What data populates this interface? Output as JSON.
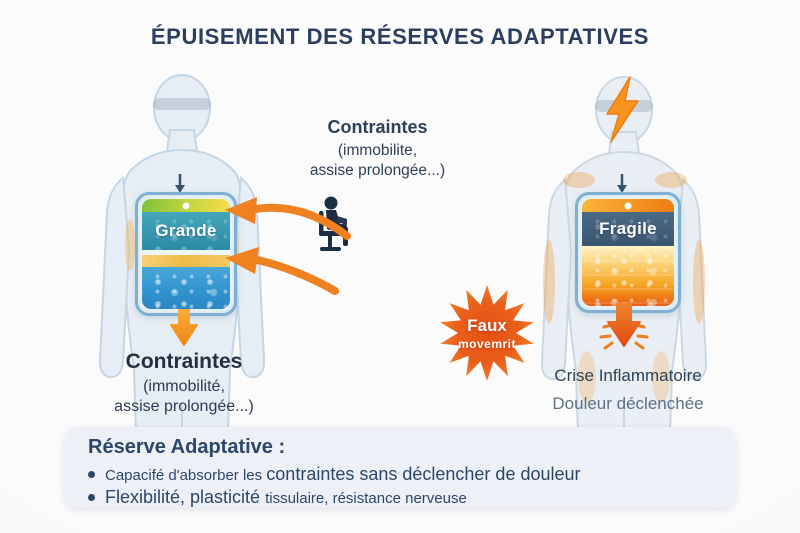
{
  "title": "ÉPUISEMENT DES RÉSERVES ADAPTATIVES",
  "center": {
    "caption_title": "Contraintes",
    "caption_line1": "(immobilite,",
    "caption_line2": "assise prolongée...)"
  },
  "left": {
    "cylinder_label": "Grande",
    "caption_title": "Contraintes",
    "caption_line1": "(immobilité,",
    "caption_line2": "assise prolongée...)"
  },
  "right": {
    "cylinder_label": "Fragile",
    "burst_line1": "Faux",
    "burst_line2": "movemrit",
    "caption_line1": "Crise Inflammatoire",
    "caption_line2": "Douleur déclenchée"
  },
  "info_box": {
    "heading": "Réserve Adaptative :",
    "bullet1_part1": "Capacifé d'absorber les ",
    "bullet1_part2": "contraintes sans déclencher de douleur",
    "bullet2_part1": "Flexibilité, plasticité ",
    "bullet2_part2": "tissulaire, résistance nerveuse"
  },
  "icons": [
    "lightning-bolt-icon",
    "seated-desk-worker-icon",
    "curved-stress-arrow-icon",
    "down-arrow-icon",
    "impact-down-arrow-icon",
    "inlet-arrow-icon",
    "alert-starburst"
  ],
  "colors": {
    "title_navy": "#2c3e5f",
    "body_text_navy": "#2d4668",
    "accent_orange": "#ef8120",
    "alert_red_orange": "#e2541c",
    "reserve_green": "#7fc33e",
    "reserve_teal": "#2f96ad",
    "reserve_blue": "#2f93cd",
    "fragile_slate": "#40607d",
    "fragile_orange": "#f08c1b",
    "info_box_bg": "#edf1f7"
  }
}
